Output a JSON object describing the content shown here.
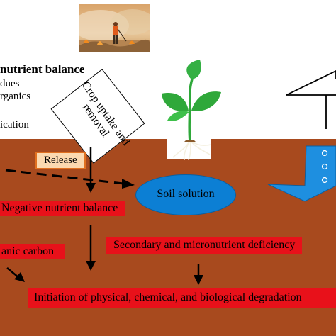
{
  "legend": {
    "title": "nutrient balance",
    "lines": [
      "dues",
      "rganics",
      "ication"
    ]
  },
  "crop_box": {
    "label": "Crop uptake and removal"
  },
  "release": {
    "label": "Release"
  },
  "soil_solution": {
    "label": "Soil solution"
  },
  "red_boxes": {
    "negative_balance": "Negative nutrient balance",
    "organic_carbon": "anic carbon",
    "secondary_deficiency": "Secondary and micronutrient deficiency",
    "degradation": "Initiation of physical, chemical, and biological degradation"
  },
  "colors": {
    "soil": "#a84a1e",
    "red_box": "#e8111a",
    "ellipse": "#0c7fd4",
    "release_fill": "#fcd9b0",
    "release_border": "#e07020",
    "water_tank": "#1e8fe0",
    "plant_leaf": "#2fa83a"
  },
  "icons": [
    "field-burning-photo",
    "plant-icon",
    "house-outline-icon",
    "water-tank-icon"
  ]
}
